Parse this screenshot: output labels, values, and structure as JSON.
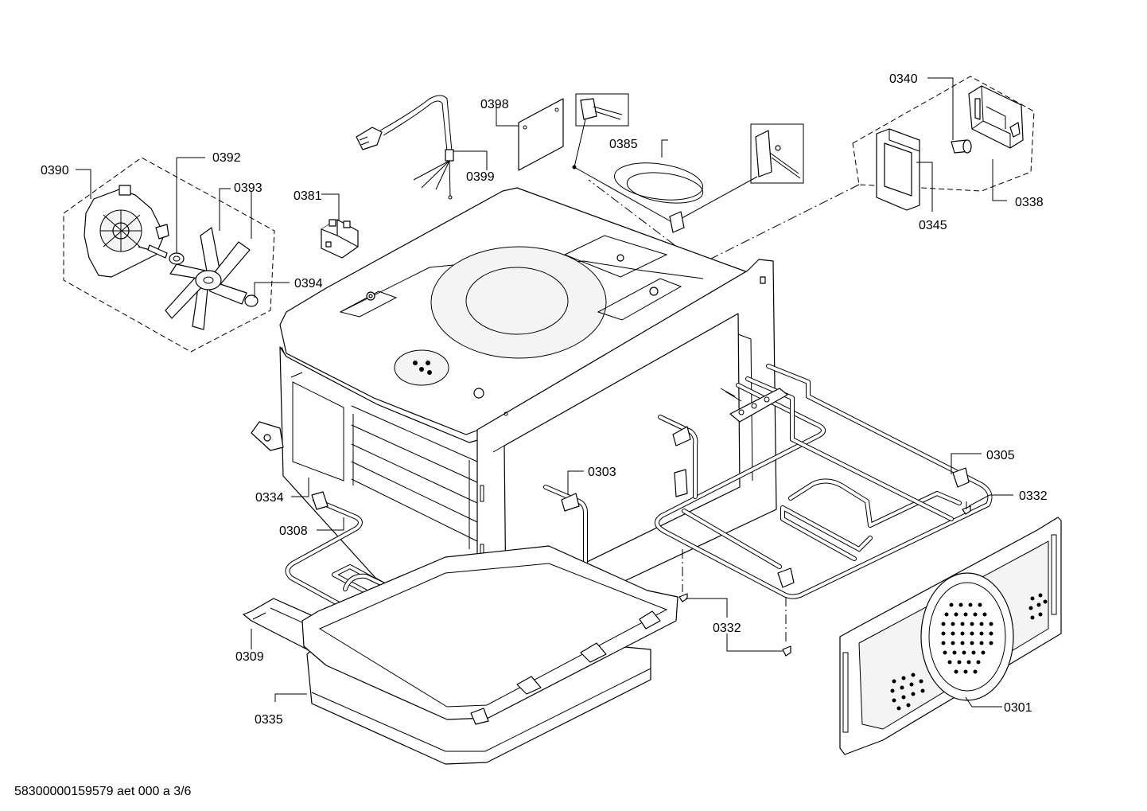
{
  "labels": {
    "l0340": "0340",
    "l0398": "0398",
    "l0385": "0385",
    "l0390": "0390",
    "l0392": "0392",
    "l0393": "0393",
    "l0399": "0399",
    "l0381": "0381",
    "l0394": "0394",
    "l0338": "0338",
    "l0345": "0345",
    "l0305": "0305",
    "l0303": "0303",
    "l0332a": "0332",
    "l0334": "0334",
    "l0308": "0308",
    "l0332b": "0332",
    "l0309": "0309",
    "l0301": "0301",
    "l0335": "0335"
  },
  "footer": "58300000159579 aet 000 a 3/6"
}
